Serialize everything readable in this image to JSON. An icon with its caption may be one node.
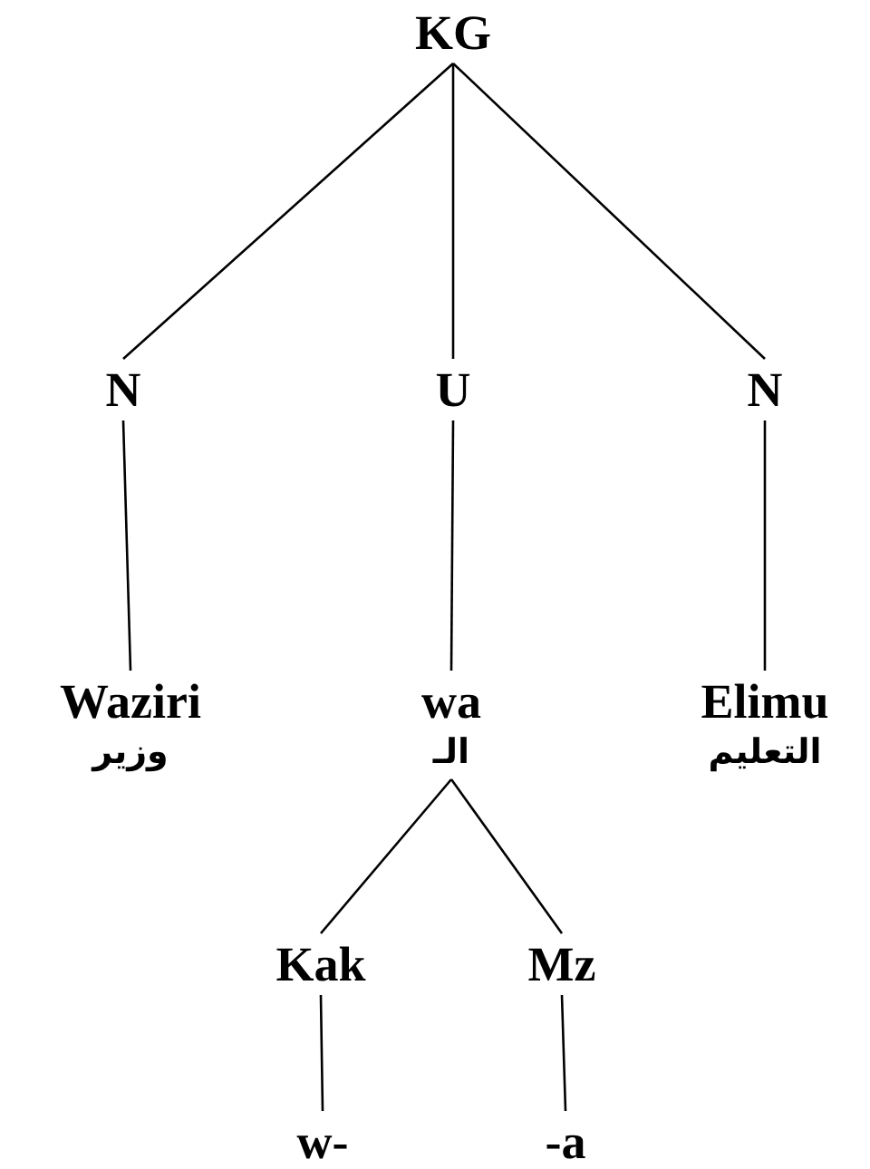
{
  "diagram": {
    "nodes": [
      {
        "text": [
          "KG"
        ]
      },
      {
        "text": [
          "N"
        ]
      },
      {
        "text": [
          "U"
        ]
      },
      {
        "text": [
          "N"
        ]
      },
      {
        "text": [
          "Waziri",
          "وزير"
        ]
      },
      {
        "text": [
          "wa",
          "الـ"
        ]
      },
      {
        "text": [
          "Elimu",
          "التعليم"
        ]
      },
      {
        "text": [
          "Kak"
        ]
      },
      {
        "text": [
          "Mz"
        ]
      },
      {
        "text": [
          "w-"
        ]
      },
      {
        "text": [
          "-a"
        ]
      }
    ],
    "edges": [
      {
        "from": 0,
        "to": 1,
        "arrow": "none"
      },
      {
        "from": 0,
        "to": 2,
        "arrow": "none"
      },
      {
        "from": 0,
        "to": 3,
        "arrow": "none"
      },
      {
        "from": 1,
        "to": 4,
        "arrow": "none"
      },
      {
        "from": 2,
        "to": 5,
        "arrow": "none"
      },
      {
        "from": 3,
        "to": 6,
        "arrow": "none"
      },
      {
        "from": 5,
        "to": 7,
        "arrow": "none"
      },
      {
        "from": 5,
        "to": 8,
        "arrow": "none"
      },
      {
        "from": 7,
        "to": 9,
        "arrow": "none"
      },
      {
        "from": 8,
        "to": 10,
        "arrow": "none"
      }
    ]
  }
}
